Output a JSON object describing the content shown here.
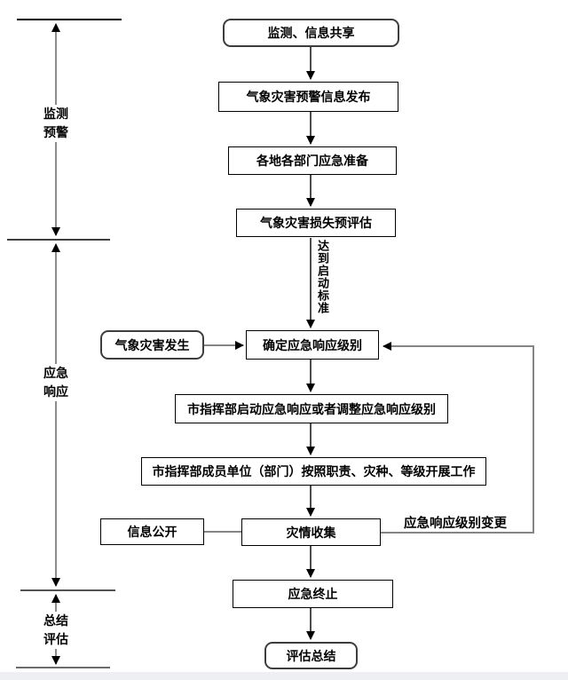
{
  "diagram": {
    "phases": [
      {
        "label": "监测\n预警"
      },
      {
        "label": "应急\n响应"
      },
      {
        "label": "总结\n评估"
      }
    ],
    "nodes": [
      {
        "id": "monitor-share",
        "shape": "rounded",
        "label": "监测、信息共享"
      },
      {
        "id": "warning-release",
        "shape": "rect",
        "label": "气象灾害预警信息发布"
      },
      {
        "id": "preparation",
        "shape": "rect",
        "label": "各地各部门应急准备"
      },
      {
        "id": "loss-assessment",
        "shape": "rect",
        "label": "气象灾害损失预评估"
      },
      {
        "id": "determine-level",
        "shape": "rect",
        "label": "确定应急响应级别"
      },
      {
        "id": "start-or-adjust",
        "shape": "rect",
        "label": "市指挥部启动应急响应或者调整应急响应级别"
      },
      {
        "id": "members-work",
        "shape": "rect",
        "label": "市指挥部成员单位（部门）按照职责、灾种、等级开展工作"
      },
      {
        "id": "disaster-collect",
        "shape": "rect",
        "label": "灾情收集"
      },
      {
        "id": "emergency-end",
        "shape": "rect",
        "label": "应急终止"
      },
      {
        "id": "eval-summary",
        "shape": "rounded",
        "label": "评估总结"
      }
    ],
    "side_nodes": [
      {
        "id": "disaster-occur",
        "shape": "rounded",
        "label": "气象灾害发生"
      },
      {
        "id": "info-public",
        "shape": "rect",
        "label": "信息公开"
      }
    ],
    "annotations": {
      "trigger_condition": "达到启动标准",
      "feedback_label": "应急响应级别变更"
    },
    "colors": {
      "flow_line": "#000000",
      "connector_line": "#808080",
      "box_border": "#000000",
      "rounded_box_border": "#3d3d3d",
      "background": "#ffffff",
      "footer_strip": "#edeff3"
    }
  }
}
